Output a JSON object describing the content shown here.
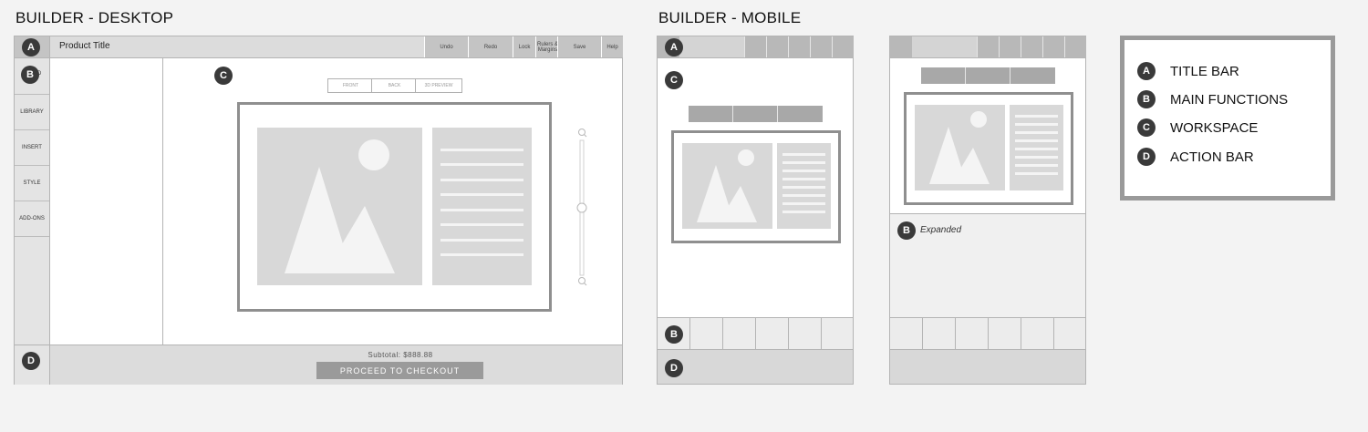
{
  "headings": {
    "desktop": "BUILDER - DESKTOP",
    "mobile": "BUILDER - MOBILE"
  },
  "badges": {
    "a": "A",
    "b": "B",
    "c": "C",
    "d": "D"
  },
  "desktop": {
    "product_title": "Product Title",
    "toolbar": [
      "Undo",
      "Redo",
      "Lock",
      "Rulers & Margins",
      "Save",
      "Help"
    ],
    "sidebar_top_fragment": "D",
    "sidebar": [
      "LIBRARY",
      "INSERT",
      "STYLE",
      "ADD-ONS"
    ],
    "view_tabs": [
      "FRONT",
      "BACK",
      "3D PREVIEW"
    ],
    "subtotal": "Subtotal: $888.88",
    "checkout": "PROCEED TO CHECKOUT"
  },
  "mobile": {
    "expanded_label": "Expanded"
  },
  "legend": [
    {
      "badge": "A",
      "label": "TITLE BAR"
    },
    {
      "badge": "B",
      "label": "MAIN FUNCTIONS"
    },
    {
      "badge": "C",
      "label": "WORKSPACE"
    },
    {
      "badge": "D",
      "label": "ACTION BAR"
    }
  ]
}
